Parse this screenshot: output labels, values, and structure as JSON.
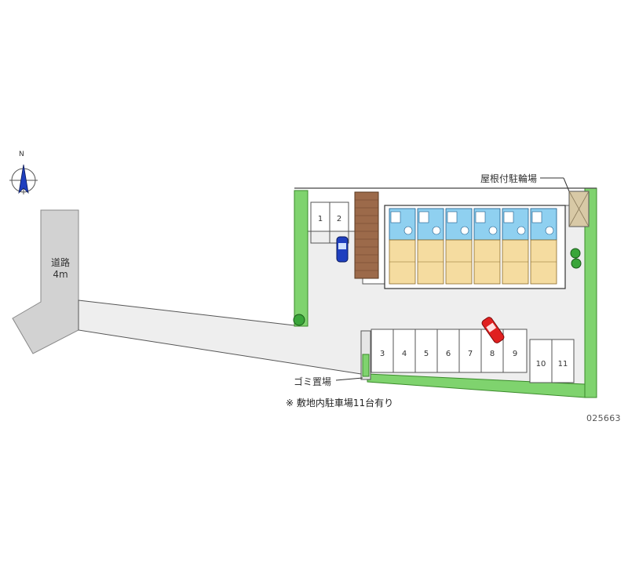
{
  "compass": {
    "north_label": "N"
  },
  "road": {
    "name": "道路",
    "width": "4m"
  },
  "labels": {
    "bike_parking": "屋根付駐輪場",
    "garbage": "ゴミ置場",
    "parking_note": "※ 敷地内駐車場11台有り",
    "property_code": "025663"
  },
  "parking_stalls": [
    "1",
    "2",
    "3",
    "4",
    "5",
    "6",
    "7",
    "8",
    "9",
    "10",
    "11"
  ],
  "colors": {
    "road": "#d2d2d2",
    "lot": "#eeeeee",
    "green": "#7fd36e",
    "unit_floor": "#f5dca0",
    "unit_water": "#8fd0f0",
    "bike_parking": "#d8c9a6",
    "brick": "#9c6a4a",
    "car_blue": "#1f3fbf",
    "car_red": "#e02020"
  }
}
